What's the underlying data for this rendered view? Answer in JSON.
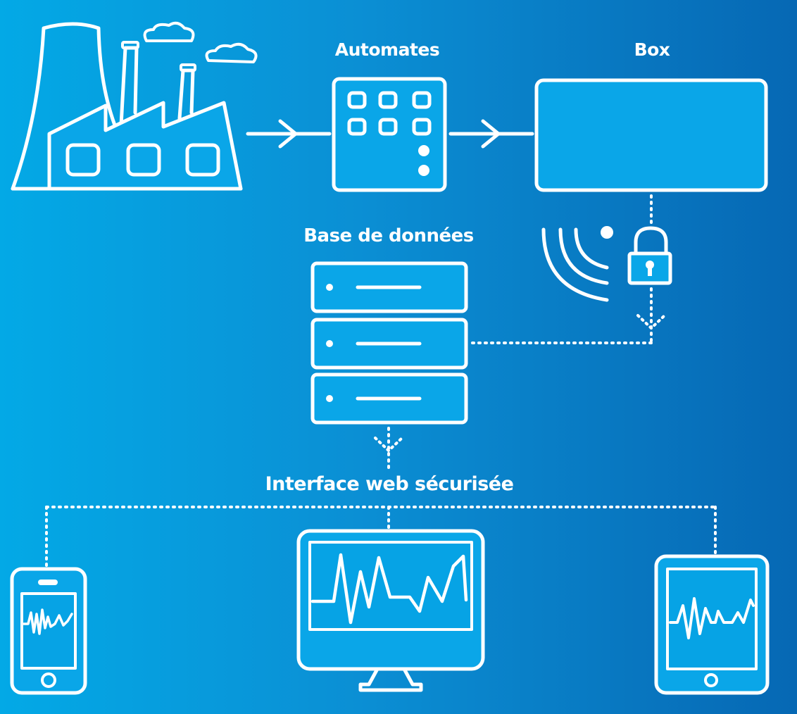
{
  "labels": {
    "automates": "Automates",
    "box": "Box",
    "database": "Base de données",
    "web_interface": "Interface web sécurisée"
  },
  "colors": {
    "stroke": "#ffffff",
    "fill": "#0aa6e8",
    "screen_fill": "#06a3e5"
  }
}
